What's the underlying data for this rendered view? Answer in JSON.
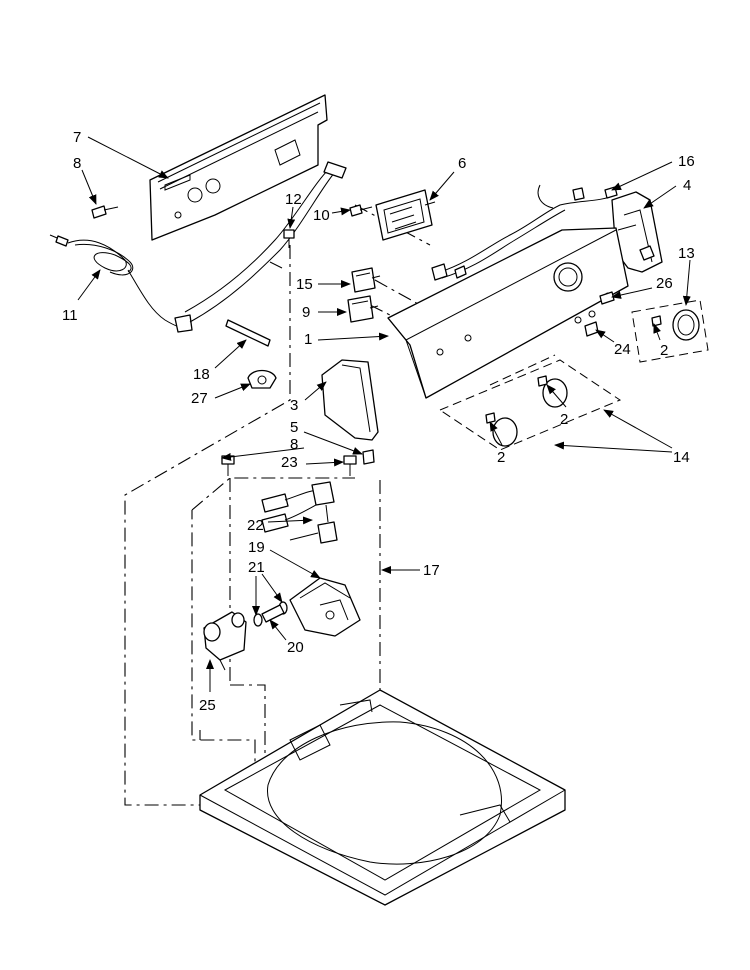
{
  "callouts": {
    "c7": "7",
    "c8a": "8",
    "c11": "11",
    "c12": "12",
    "c10": "10",
    "c6": "6",
    "c16": "16",
    "c4": "4",
    "c13": "13",
    "c15": "15",
    "c9": "9",
    "c1": "1",
    "c26": "26",
    "c24": "24",
    "c2a": "2",
    "c18": "18",
    "c27": "27",
    "c3": "3",
    "c5": "5",
    "c8b": "8",
    "c23": "23",
    "c2b": "2",
    "c2c": "2",
    "c14": "14",
    "c22": "22",
    "c19": "19",
    "c21": "21",
    "c17": "17",
    "c20": "20",
    "c25": "25"
  }
}
